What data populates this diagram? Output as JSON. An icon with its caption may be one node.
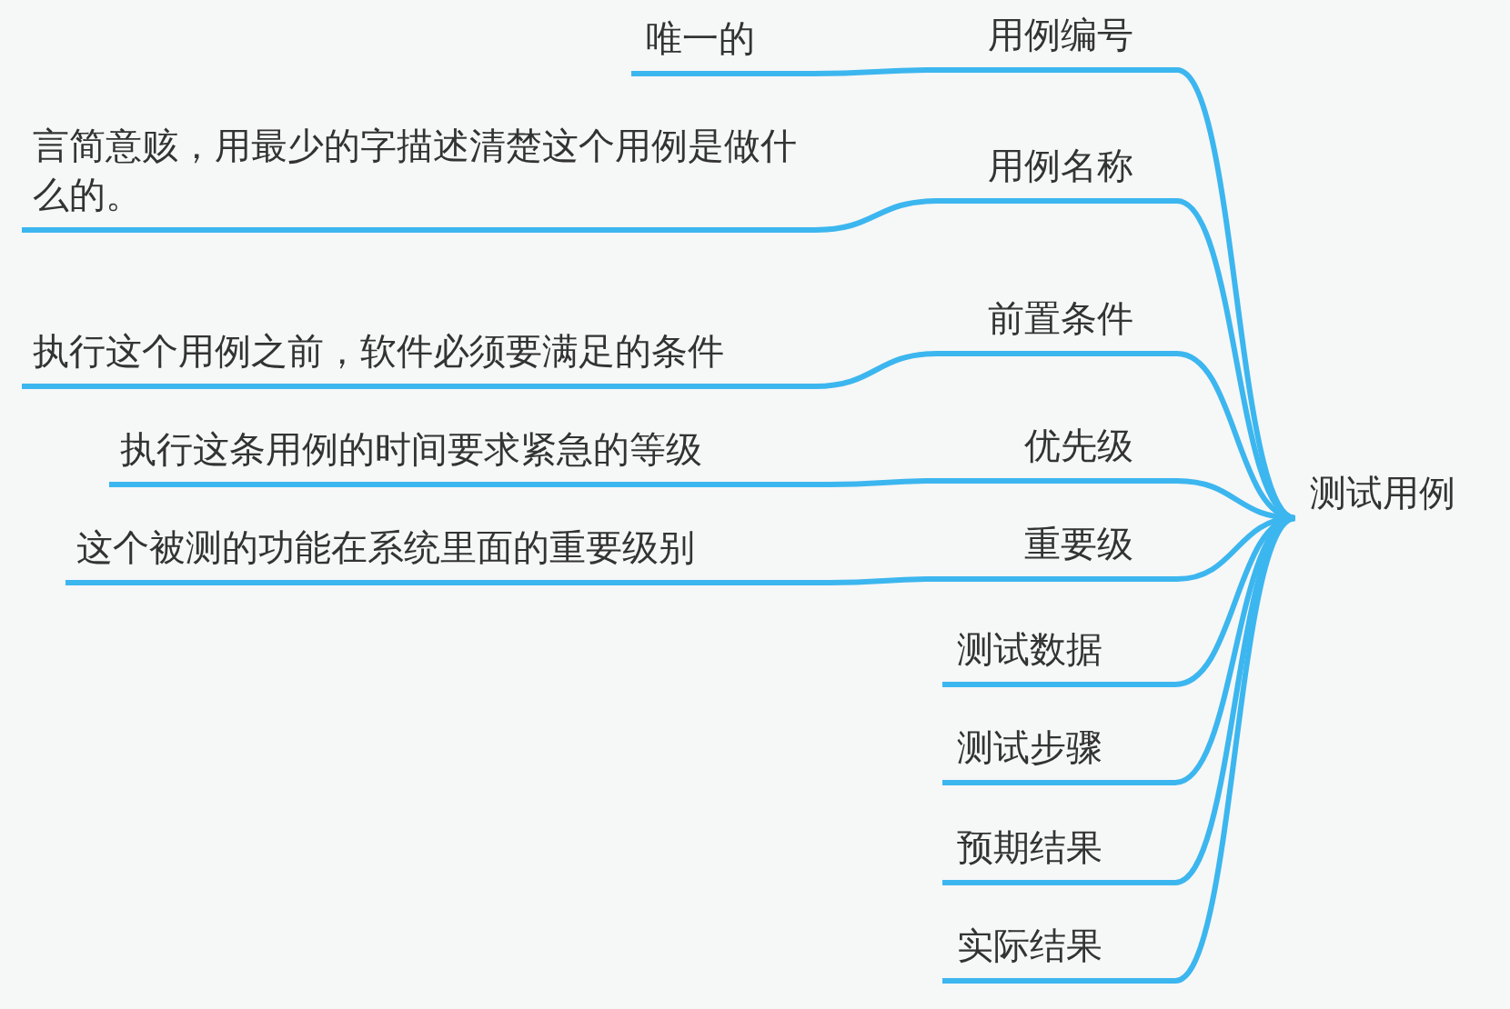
{
  "diagram": {
    "nodes": [
      {
        "text": [
          "测试用例"
        ]
      },
      {
        "text": [
          "用例编号"
        ]
      },
      {
        "text": [
          "唯一的"
        ]
      },
      {
        "text": [
          "用例名称"
        ]
      },
      {
        "text": [
          "言简意赅，用最少的字描述清楚这个用例是做什么的。"
        ]
      },
      {
        "text": [
          "前置条件"
        ]
      },
      {
        "text": [
          "执行这个用例之前，软件必须要满足的条件"
        ]
      },
      {
        "text": [
          "优先级"
        ]
      },
      {
        "text": [
          "执行这条用例的时间要求紧急的等级"
        ]
      },
      {
        "text": [
          "重要级"
        ]
      },
      {
        "text": [
          "这个被测的功能在系统里面的重要级别"
        ]
      },
      {
        "text": [
          "测试数据"
        ]
      },
      {
        "text": [
          "测试步骤"
        ]
      },
      {
        "text": [
          "预期结果"
        ]
      },
      {
        "text": [
          "实际结果"
        ]
      }
    ],
    "edges": [
      {
        "from": 0,
        "to": 1,
        "arrow": "none"
      },
      {
        "from": 1,
        "to": 2,
        "arrow": "none"
      },
      {
        "from": 0,
        "to": 3,
        "arrow": "none"
      },
      {
        "from": 3,
        "to": 4,
        "arrow": "none"
      },
      {
        "from": 0,
        "to": 5,
        "arrow": "none"
      },
      {
        "from": 5,
        "to": 6,
        "arrow": "none"
      },
      {
        "from": 0,
        "to": 7,
        "arrow": "none"
      },
      {
        "from": 7,
        "to": 8,
        "arrow": "none"
      },
      {
        "from": 0,
        "to": 9,
        "arrow": "none"
      },
      {
        "from": 9,
        "to": 10,
        "arrow": "none"
      },
      {
        "from": 0,
        "to": 11,
        "arrow": "none"
      },
      {
        "from": 0,
        "to": 12,
        "arrow": "none"
      },
      {
        "from": 0,
        "to": 13,
        "arrow": "none"
      },
      {
        "from": 0,
        "to": 14,
        "arrow": "none"
      }
    ]
  }
}
